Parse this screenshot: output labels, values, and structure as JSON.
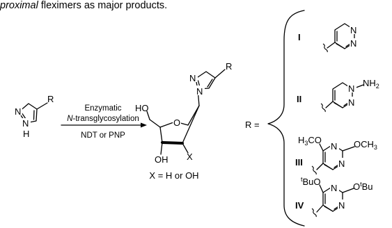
{
  "header": {
    "italic": "proximal",
    "rest": " fleximers as major products."
  },
  "reaction": {
    "condition_line1": "Enzymatic",
    "condition_line2_italic": "N",
    "condition_line2_rest": "-transglycosylation",
    "condition_below": "NDT or PNP",
    "x_definition": "X = H or OH",
    "r_equals": "R ="
  },
  "atoms": {
    "N": "N",
    "H": "H",
    "R": "R",
    "O": "O",
    "HO": "HO",
    "OH": "OH",
    "X": "X",
    "NH2_base": "NH",
    "NH2_sub": "2",
    "H3CO_pre": "H",
    "H3CO_sub": "3",
    "H3CO_post": "CO",
    "OCH3_pre": "OCH",
    "OCH3_sub": "3",
    "tBuO_sup": "t",
    "tBuO_base": "BuO",
    "OtBu_pre": "O",
    "OtBu_sup": "t",
    "OtBu_post": "Bu"
  },
  "substituents": [
    {
      "label": "I"
    },
    {
      "label": "II"
    },
    {
      "label": "III"
    },
    {
      "label": "IV"
    }
  ]
}
